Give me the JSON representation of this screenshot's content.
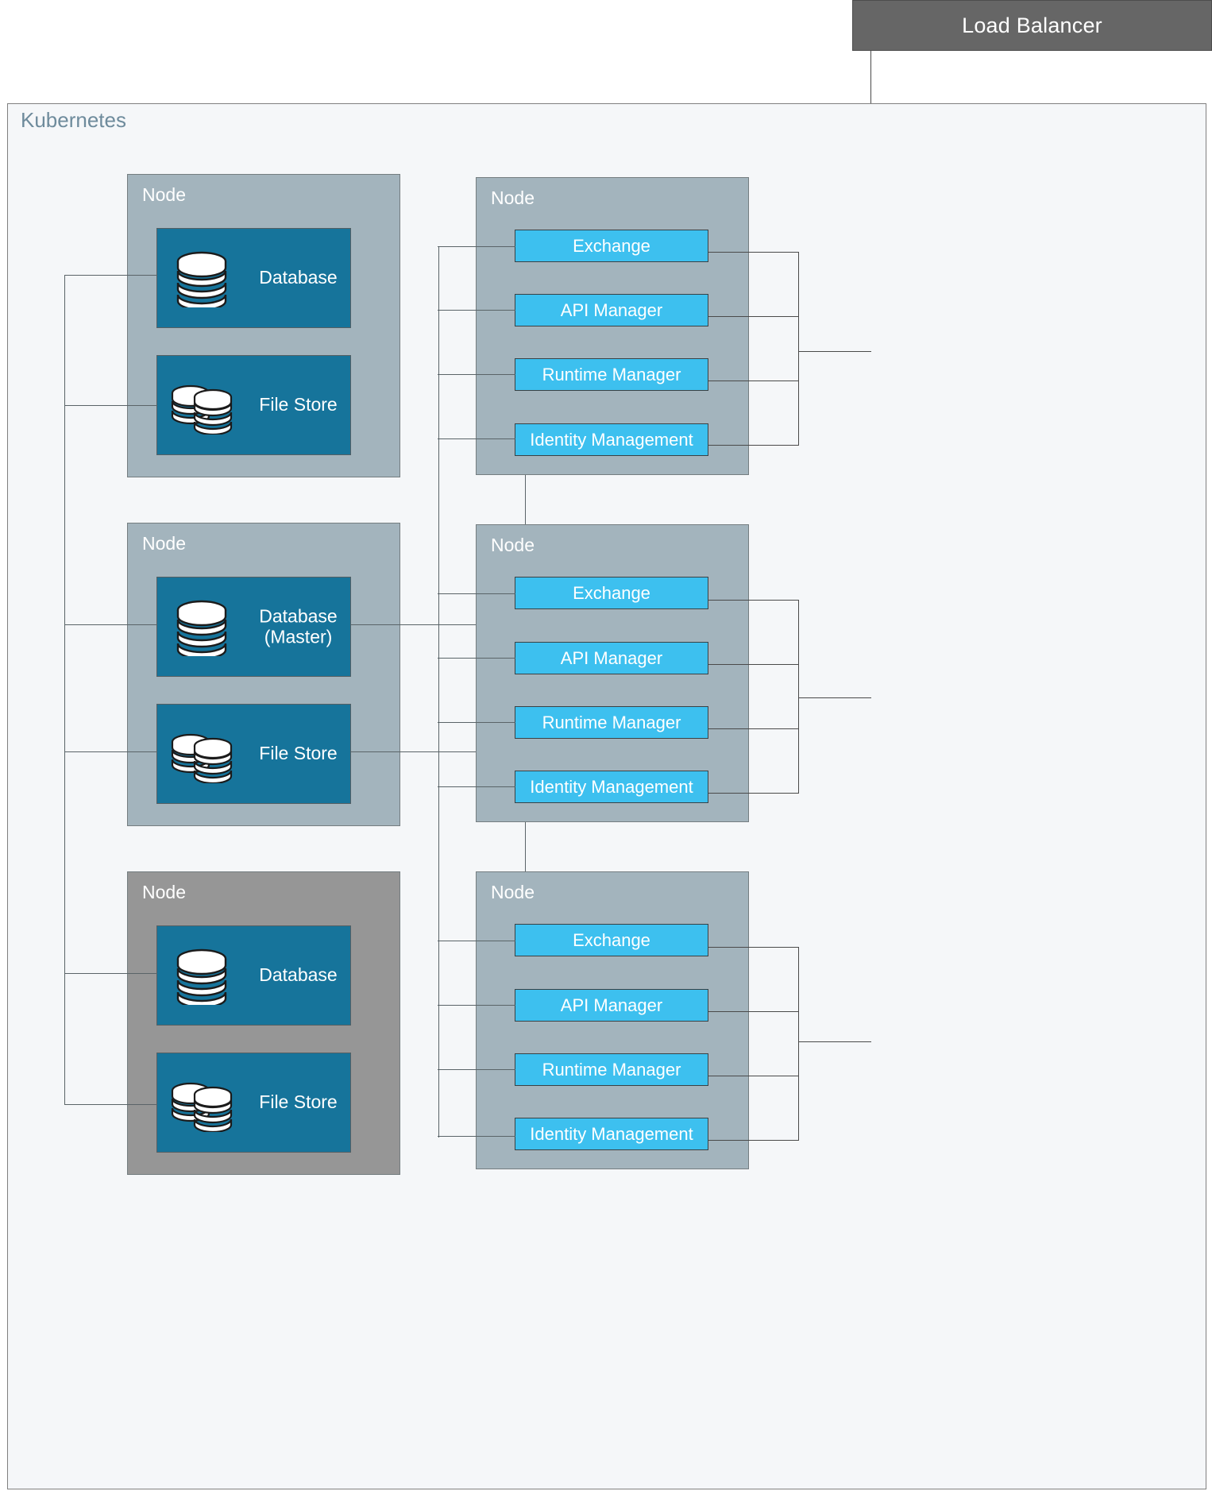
{
  "diagram": {
    "title_node_label": "Node",
    "load_balancer": {
      "label": "Load Balancer"
    },
    "cluster": {
      "label": "Kubernetes"
    },
    "colors": {
      "load_balancer_fill": "#666666",
      "cluster_fill": "#f5f7f9",
      "node_fill": "#a3b4bd",
      "node_fill_alt": "#969696",
      "store_fill": "#16749b",
      "service_fill": "#3dc0ef",
      "cluster_label": "#6e8b9c",
      "connector": "#4a4a4a"
    },
    "data_nodes": [
      {
        "label": "Node",
        "variant": "light",
        "stores": [
          {
            "label": "Database",
            "icon": "database-cylinder-icon"
          },
          {
            "label": "File Store",
            "icon": "file-store-stack-icon"
          }
        ]
      },
      {
        "label": "Node",
        "variant": "light",
        "stores": [
          {
            "label": "Database\n(Master)",
            "icon": "database-cylinder-icon"
          },
          {
            "label": "File Store",
            "icon": "file-store-stack-icon"
          }
        ]
      },
      {
        "label": "Node",
        "variant": "dark",
        "stores": [
          {
            "label": "Database",
            "icon": "database-cylinder-icon"
          },
          {
            "label": "File Store",
            "icon": "file-store-stack-icon"
          }
        ]
      }
    ],
    "service_nodes": [
      {
        "label": "Node",
        "variant": "light",
        "services": [
          "Exchange",
          "API Manager",
          "Runtime Manager",
          "Identity Management"
        ]
      },
      {
        "label": "Node",
        "variant": "light",
        "services": [
          "Exchange",
          "API Manager",
          "Runtime Manager",
          "Identity Management"
        ]
      },
      {
        "label": "Node",
        "variant": "light",
        "services": [
          "Exchange",
          "API Manager",
          "Runtime Manager",
          "Identity Management"
        ]
      }
    ]
  }
}
